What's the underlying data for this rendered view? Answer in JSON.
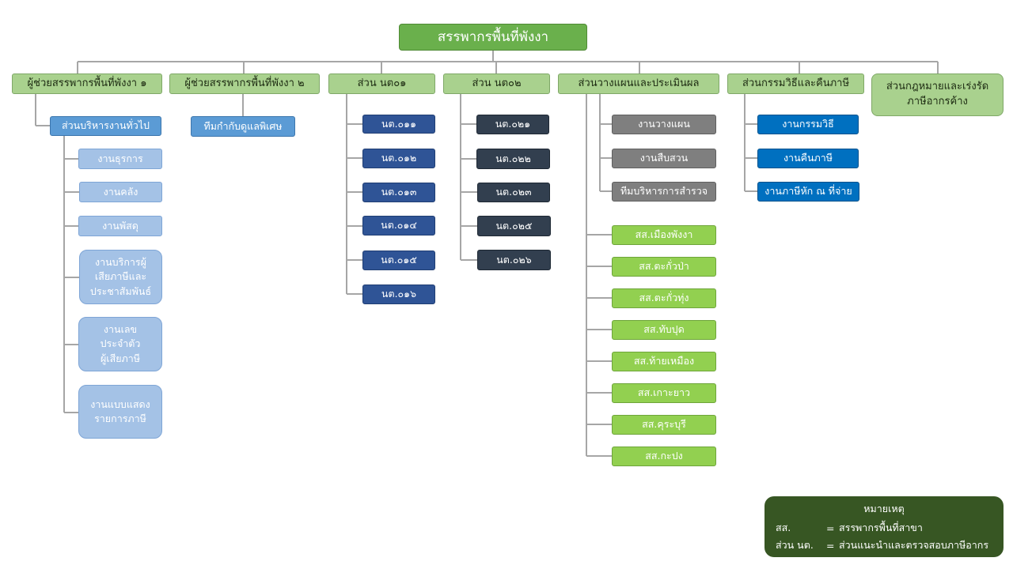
{
  "root": "สรรพากรพื้นที่พังงา",
  "top_units": [
    "ผู้ช่วยสรรพากรพื้นที่พังงา ๑",
    "ผู้ช่วยสรรพากรพื้นที่พังงา ๒",
    "ส่วน นต๐๑",
    "ส่วน นต๐๒",
    "ส่วนวางแผนและประเมินผล",
    "ส่วนกรรมวิธีและคืนภาษี"
  ],
  "legal_unit": [
    "ส่วนกฎหมายและเร่งรัด",
    "ภาษีอากรค้าง"
  ],
  "assistant1": {
    "section": "ส่วนบริหารงานทั่วไป",
    "units": [
      "งานธุรการ",
      "งานคลัง",
      "งานพัสดุ"
    ],
    "service_unit": [
      "งานบริการผู้",
      "เสียภาษีและ",
      "ประชาสัมพันธ์"
    ],
    "taxid_unit": [
      "งานเลข",
      "ประจำตัว",
      "ผู้เสียภาษี"
    ],
    "forms_unit": [
      "งานแบบแสดง",
      "รายการภาษี"
    ]
  },
  "assistant2": {
    "team": "ทีมกำกับดูแลพิเศษ"
  },
  "nt01": [
    "นต.๐๑๑",
    "นต.๐๑๒",
    "นต.๐๑๓",
    "นต.๐๑๔",
    "นต.๐๑๕",
    "นต.๐๑๖"
  ],
  "nt02": [
    "นต.๐๒๑",
    "นต.๐๒๒",
    "นต.๐๒๓",
    "นต.๐๒๕",
    "นต.๐๒๖"
  ],
  "planning": {
    "units": [
      "งานวางแผน",
      "งานสืบสวน",
      "ทีมบริหารการสำรวจ"
    ],
    "branches": [
      "สส.เมืองพังงา",
      "สส.ตะกั่วป่า",
      "สส.ตะกั่วทุ่ง",
      "สส.ทับปุด",
      "สส.ท้ายเหมือง",
      "สส.เกาะยาว",
      "สส.คุระบุรี",
      "สส.กะปง"
    ]
  },
  "processing": [
    "งานกรรมวิธี",
    "งานคืนภาษี",
    "งานภาษีหัก ณ ที่จ่าย"
  ],
  "legend": {
    "title": "หมายเหตุ",
    "rows": [
      {
        "abbr": "สส.",
        "eq": "=",
        "meaning": "สรรพากรพื้นที่สาขา"
      },
      {
        "abbr": "ส่วน นต.",
        "eq": "=",
        "meaning": "ส่วนแนะนำและตรวจสอบภาษีอากร"
      }
    ]
  }
}
